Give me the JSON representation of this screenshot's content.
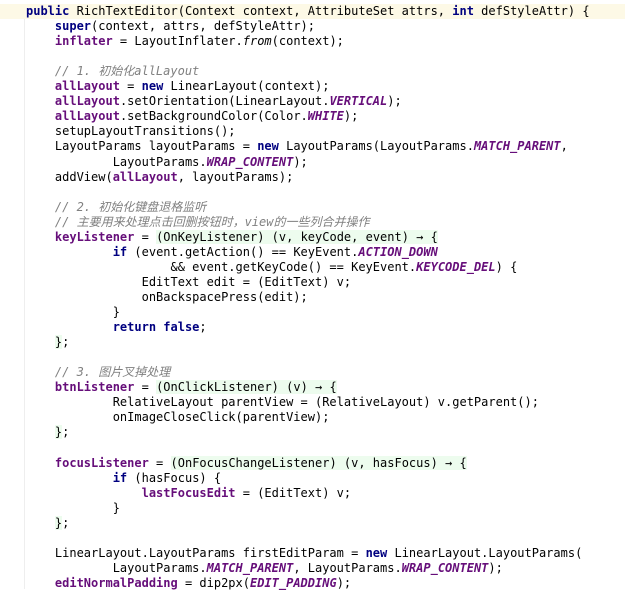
{
  "editor": {
    "lines": [
      {
        "segs": [
          [
            "kw",
            "public "
          ],
          [
            "",
            "RichTextEditor(Context context, AttributeSet attrs, "
          ],
          [
            "kw",
            "int "
          ],
          [
            "",
            "defStyleAttr) {"
          ]
        ]
      },
      {
        "segs": [
          [
            "",
            "    "
          ],
          [
            "kw",
            "super"
          ],
          [
            "",
            "(context, attrs, defStyleAttr);"
          ]
        ]
      },
      {
        "segs": [
          [
            "",
            "    "
          ],
          [
            "fld",
            "inflater"
          ],
          [
            "",
            " = LayoutInflater."
          ],
          [
            "sm",
            "from"
          ],
          [
            "",
            "(context);"
          ]
        ]
      },
      {
        "segs": []
      },
      {
        "segs": [
          [
            "",
            "    "
          ],
          [
            "cm",
            "// 1. 初始化allLayout"
          ]
        ]
      },
      {
        "segs": [
          [
            "",
            "    "
          ],
          [
            "fld",
            "allLayout"
          ],
          [
            "",
            " = "
          ],
          [
            "kw",
            "new "
          ],
          [
            "",
            "LinearLayout(context);"
          ]
        ]
      },
      {
        "segs": [
          [
            "",
            "    "
          ],
          [
            "fld",
            "allLayout"
          ],
          [
            "",
            ".setOrientation(LinearLayout."
          ],
          [
            "st",
            "VERTICAL"
          ],
          [
            "",
            ");"
          ]
        ]
      },
      {
        "segs": [
          [
            "",
            "    "
          ],
          [
            "fld",
            "allLayout"
          ],
          [
            "",
            ".setBackgroundColor(Color."
          ],
          [
            "st",
            "WHITE"
          ],
          [
            "",
            ");"
          ]
        ]
      },
      {
        "segs": [
          [
            "",
            "    setupLayoutTransitions();"
          ]
        ]
      },
      {
        "segs": [
          [
            "",
            "    LayoutParams layoutParams = "
          ],
          [
            "kw",
            "new "
          ],
          [
            "",
            "LayoutParams(LayoutParams."
          ],
          [
            "st",
            "MATCH_PARENT"
          ],
          [
            "",
            ","
          ]
        ]
      },
      {
        "segs": [
          [
            "",
            "            LayoutParams."
          ],
          [
            "st",
            "WRAP_CONTENT"
          ],
          [
            "",
            ");"
          ]
        ]
      },
      {
        "segs": [
          [
            "",
            "    addView("
          ],
          [
            "fld",
            "allLayout"
          ],
          [
            "",
            ", layoutParams);"
          ]
        ]
      },
      {
        "segs": []
      },
      {
        "segs": [
          [
            "",
            "    "
          ],
          [
            "cm",
            "// 2. 初始化键盘退格监听"
          ]
        ]
      },
      {
        "segs": [
          [
            "",
            "    "
          ],
          [
            "cm",
            "// 主要用来处理点击回删按钮时，view的一些列合并操作"
          ]
        ]
      },
      {
        "segs": [
          [
            "",
            "    "
          ],
          [
            "fld",
            "keyListener"
          ],
          [
            "",
            " = "
          ],
          [
            "lam",
            "(OnKeyListener) (v, keyCode, event) → {"
          ]
        ]
      },
      {
        "segs": [
          [
            "",
            "            "
          ],
          [
            "kw",
            "if "
          ],
          [
            "",
            "(event.getAction() == KeyEvent."
          ],
          [
            "st",
            "ACTION_DOWN"
          ]
        ]
      },
      {
        "segs": [
          [
            "",
            "                    && event.getKeyCode() == KeyEvent."
          ],
          [
            "st",
            "KEYCODE_DEL"
          ],
          [
            "",
            ") {"
          ]
        ]
      },
      {
        "segs": [
          [
            "",
            "                EditText edit = (EditText) v;"
          ]
        ]
      },
      {
        "segs": [
          [
            "",
            "                onBackspacePress(edit);"
          ]
        ]
      },
      {
        "segs": [
          [
            "",
            "            }"
          ]
        ]
      },
      {
        "segs": [
          [
            "",
            "            "
          ],
          [
            "kw",
            "return false"
          ],
          [
            "",
            ";"
          ]
        ]
      },
      {
        "segs": [
          [
            "",
            "    "
          ],
          [
            "lam",
            "}"
          ],
          [
            "",
            ";"
          ]
        ]
      },
      {
        "segs": []
      },
      {
        "segs": [
          [
            "",
            "    "
          ],
          [
            "cm",
            "// 3. 图片叉掉处理"
          ]
        ]
      },
      {
        "segs": [
          [
            "",
            "    "
          ],
          [
            "fld",
            "btnListener"
          ],
          [
            "",
            " = "
          ],
          [
            "lam",
            "(OnClickListener) (v) → {"
          ]
        ]
      },
      {
        "segs": [
          [
            "",
            "            RelativeLayout parentView = (RelativeLayout) v.getParent();"
          ]
        ]
      },
      {
        "segs": [
          [
            "",
            "            onImageCloseClick(parentView);"
          ]
        ]
      },
      {
        "segs": [
          [
            "",
            "    "
          ],
          [
            "lam",
            "}"
          ],
          [
            "",
            ";"
          ]
        ]
      },
      {
        "segs": []
      },
      {
        "segs": [
          [
            "",
            "    "
          ],
          [
            "fld",
            "focusListener"
          ],
          [
            "",
            " = "
          ],
          [
            "lam",
            "(OnFocusChangeListener) (v, hasFocus) → {"
          ]
        ]
      },
      {
        "segs": [
          [
            "",
            "            "
          ],
          [
            "kw",
            "if "
          ],
          [
            "",
            "(hasFocus) {"
          ]
        ]
      },
      {
        "segs": [
          [
            "",
            "                "
          ],
          [
            "fld",
            "lastFocusEdit"
          ],
          [
            "",
            " = (EditText) v;"
          ]
        ]
      },
      {
        "segs": [
          [
            "",
            "            }"
          ]
        ]
      },
      {
        "segs": [
          [
            "",
            "    "
          ],
          [
            "lam",
            "}"
          ],
          [
            "",
            ";"
          ]
        ]
      },
      {
        "segs": []
      },
      {
        "segs": [
          [
            "",
            "    LinearLayout.LayoutParams firstEditParam = "
          ],
          [
            "kw",
            "new "
          ],
          [
            "",
            "LinearLayout.LayoutParams("
          ]
        ]
      },
      {
        "segs": [
          [
            "",
            "            LayoutParams."
          ],
          [
            "st",
            "MATCH_PARENT"
          ],
          [
            "",
            ", LayoutParams."
          ],
          [
            "st",
            "WRAP_CONTENT"
          ],
          [
            "",
            ");"
          ]
        ]
      },
      {
        "segs": [
          [
            "",
            "    "
          ],
          [
            "fld",
            "editNormalPadding"
          ],
          [
            "",
            " = dip2px("
          ],
          [
            "st",
            "EDIT_PADDING"
          ],
          [
            "",
            ");"
          ]
        ]
      }
    ],
    "current_line": 0,
    "colors": {
      "keyword": "#000080",
      "field": "#660e7a",
      "comment": "#808080",
      "lambda_bg": "#edfcee",
      "current_line_bg": "#fdf9e6"
    }
  }
}
